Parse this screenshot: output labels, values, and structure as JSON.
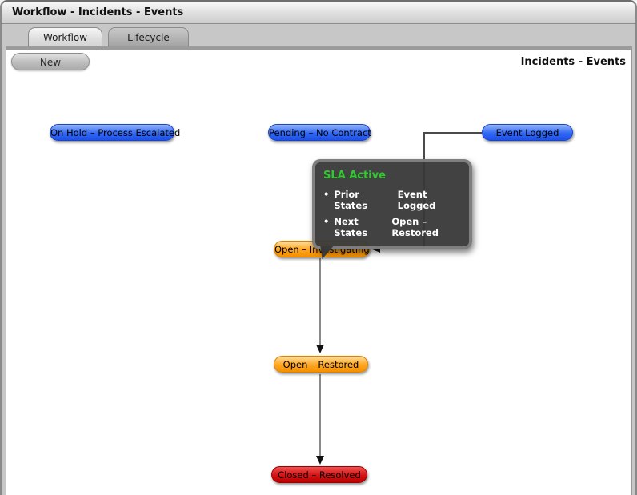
{
  "window": {
    "title": "Workflow - Incidents - Events"
  },
  "tabs": [
    {
      "label": "Workflow",
      "active": true
    },
    {
      "label": "Lifecycle",
      "active": false
    }
  ],
  "toolbar": {
    "new_label": "New"
  },
  "panel": {
    "heading": "Incidents - Events"
  },
  "diagram": {
    "states": [
      {
        "id": "on-hold-process-escalated",
        "label": "On Hold – Process Escalated",
        "color": "blue"
      },
      {
        "id": "pending-no-contract",
        "label": "Pending – No Contract",
        "color": "blue"
      },
      {
        "id": "event-logged",
        "label": "Event Logged",
        "color": "blue"
      },
      {
        "id": "open-investigating",
        "label": "Open – Investigating",
        "color": "orange"
      },
      {
        "id": "open-restored",
        "label": "Open – Restored",
        "color": "orange"
      },
      {
        "id": "closed-resolved",
        "label": "Closed – Resolved",
        "color": "red"
      }
    ],
    "tooltip": {
      "title": "SLA Active",
      "bullet": "•",
      "rows": [
        {
          "label": "Prior States",
          "value": "Event Logged"
        },
        {
          "label": "Next States",
          "value": "Open – Restored"
        }
      ]
    },
    "connections": [
      {
        "from": "event-logged",
        "to": "open-investigating"
      },
      {
        "from": "open-investigating",
        "to": "open-restored"
      },
      {
        "from": "open-restored",
        "to": "closed-resolved"
      }
    ]
  },
  "theme": {
    "window-bg": "#c7c7c7",
    "blue-top": "#93b4fa",
    "blue-mid": "#3168f3",
    "blue-bot": "#1e50e8",
    "orange-top": "#ffdd99",
    "orange-mid": "#ffa51f",
    "orange-bot": "#f59000",
    "red-top": "#ef5050",
    "red-mid": "#d41414",
    "red-bot": "#b80000",
    "tooltip-green": "#2eca2e"
  }
}
